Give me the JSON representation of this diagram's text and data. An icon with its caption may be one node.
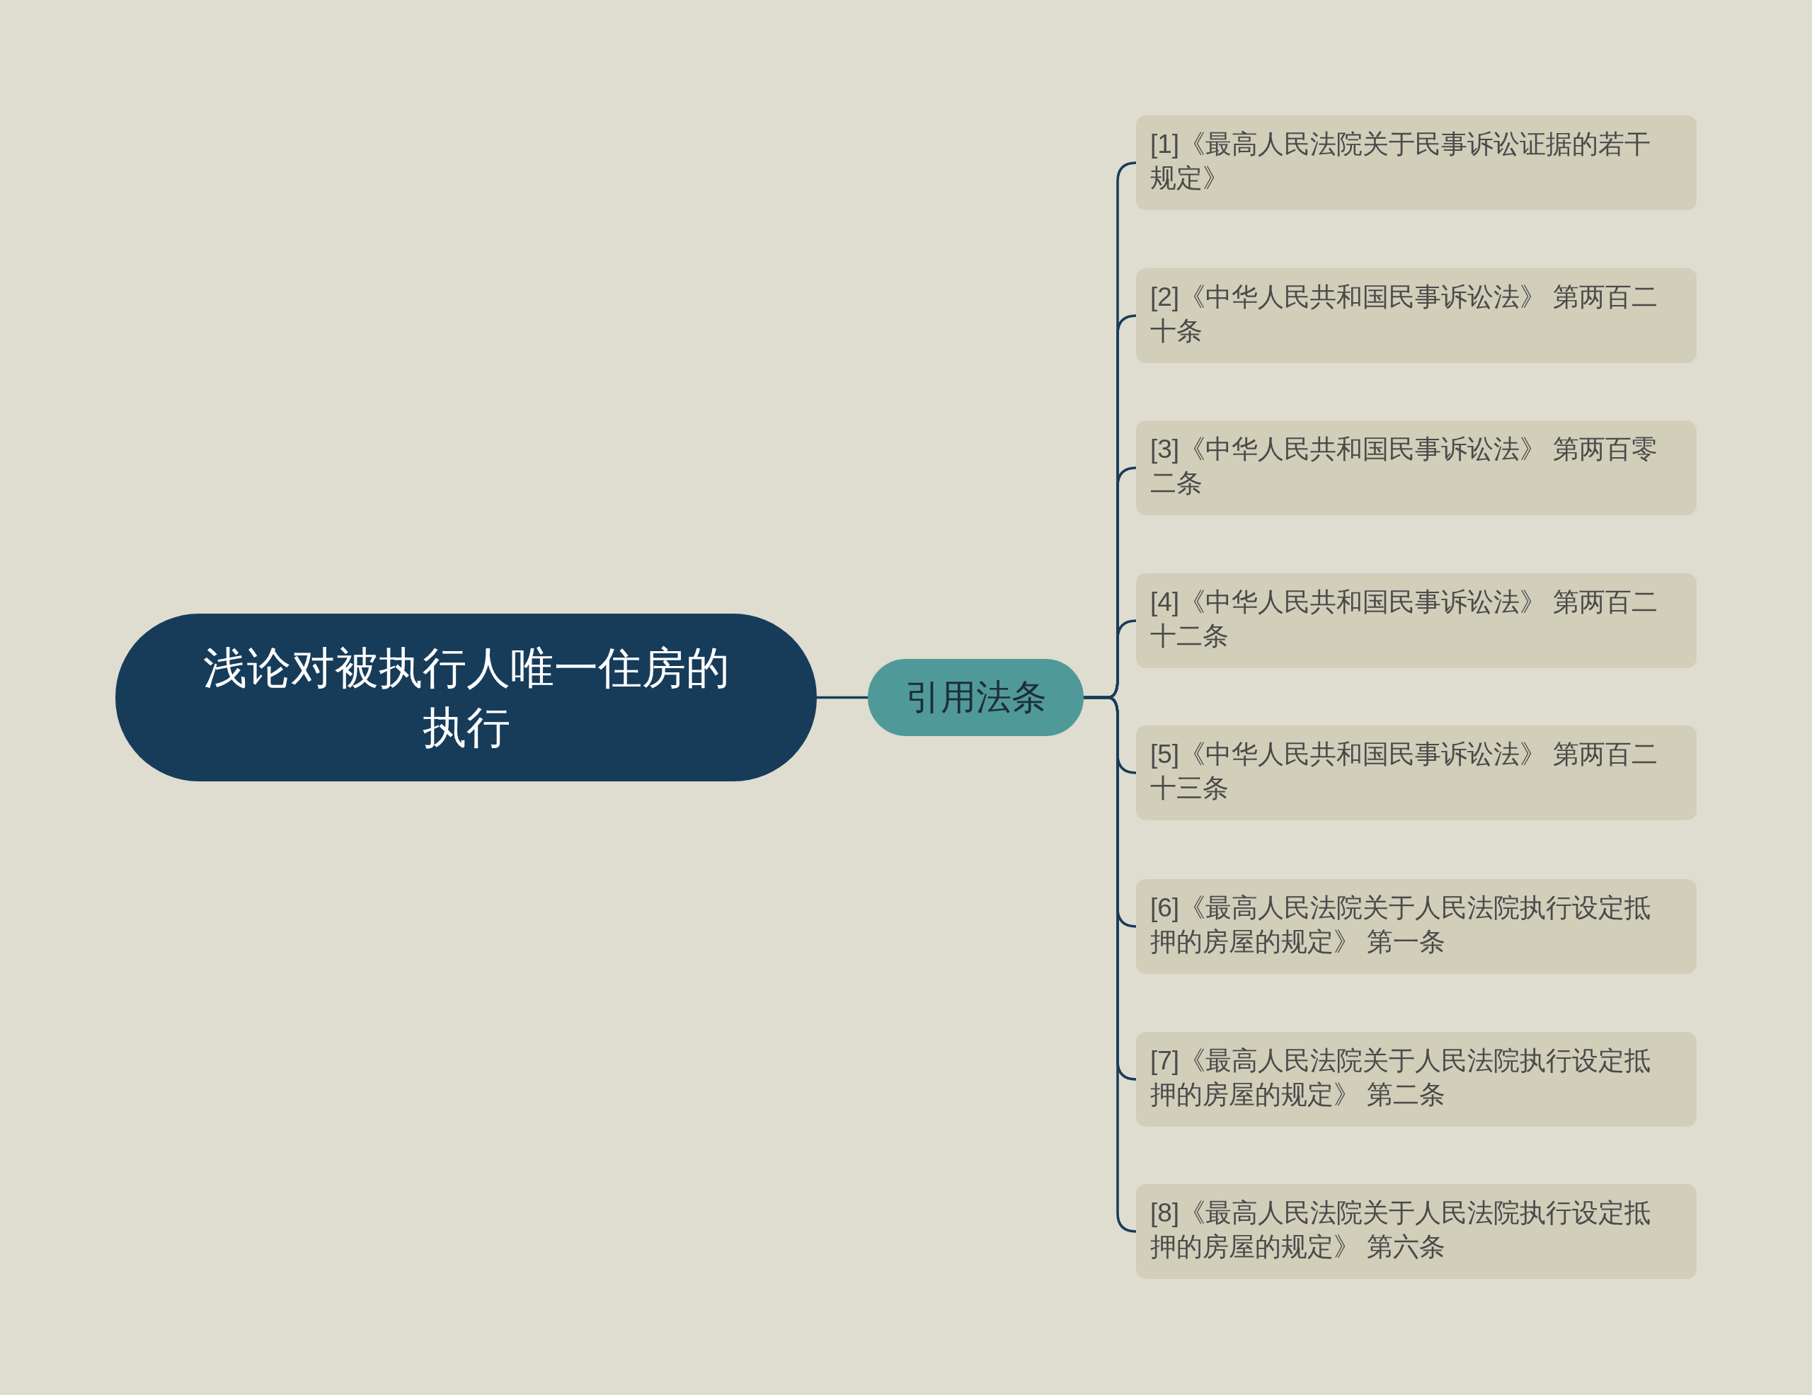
{
  "diagram": {
    "nodes": [
      {
        "text": [
          "浅论对被执行人唯一住房的执行"
        ]
      },
      {
        "text": [
          "引用法条"
        ]
      },
      {
        "text": [
          "[1]《最高人民法院关于民事诉讼证据的若干规定》"
        ]
      },
      {
        "text": [
          "[2]《中华人民共和国民事诉讼法》 第两百二十条"
        ]
      },
      {
        "text": [
          "[3]《中华人民共和国民事诉讼法》 第两百零二条"
        ]
      },
      {
        "text": [
          "[4]《中华人民共和国民事诉讼法》 第两百二十二条"
        ]
      },
      {
        "text": [
          "[5]《中华人民共和国民事诉讼法》 第两百二十三条"
        ]
      },
      {
        "text": [
          "[6]《最高人民法院关于人民法院执行设定抵押的房屋的规定》 第一条"
        ]
      },
      {
        "text": [
          "[7]《最高人民法院关于人民法院执行设定抵押的房屋的规定》 第二条"
        ]
      },
      {
        "text": [
          "[8]《最高人民法院关于人民法院执行设定抵押的房屋的规定》 第六条"
        ]
      }
    ],
    "edges": [
      {
        "from": 0,
        "to": 1,
        "arrow": "none"
      },
      {
        "from": 1,
        "to": 2,
        "arrow": "none"
      },
      {
        "from": 1,
        "to": 3,
        "arrow": "none"
      },
      {
        "from": 1,
        "to": 4,
        "arrow": "none"
      },
      {
        "from": 1,
        "to": 5,
        "arrow": "none"
      },
      {
        "from": 1,
        "to": 6,
        "arrow": "none"
      },
      {
        "from": 1,
        "to": 7,
        "arrow": "none"
      },
      {
        "from": 1,
        "to": 8,
        "arrow": "none"
      },
      {
        "from": 1,
        "to": 9,
        "arrow": "none"
      }
    ]
  }
}
